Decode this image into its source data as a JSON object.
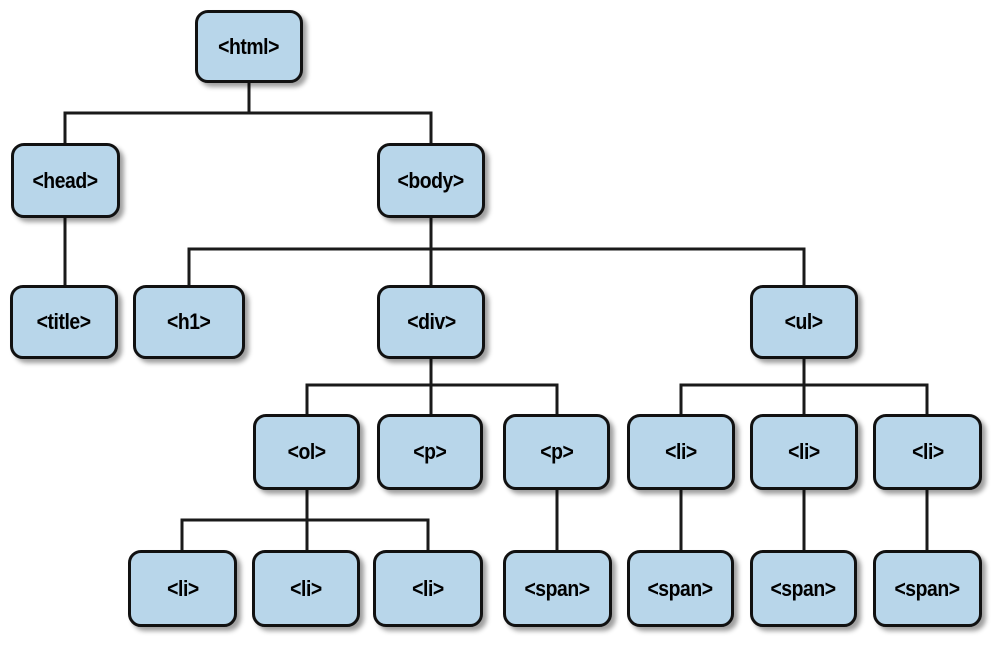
{
  "diagram": {
    "type": "dom-tree",
    "colors": {
      "background": "#ffffff",
      "node_fill": "#b8d6ea",
      "node_border": "#111111",
      "connector": "#1a1a1a",
      "label": "#000000"
    },
    "nodes": [
      {
        "id": "html",
        "label": "<html>"
      },
      {
        "id": "head",
        "label": "<head>"
      },
      {
        "id": "body",
        "label": "<body>"
      },
      {
        "id": "title",
        "label": "<title>"
      },
      {
        "id": "h1",
        "label": "<h1>"
      },
      {
        "id": "div",
        "label": "<div>"
      },
      {
        "id": "ul",
        "label": "<ul>"
      },
      {
        "id": "ol",
        "label": "<ol>"
      },
      {
        "id": "p-1",
        "label": "<p>"
      },
      {
        "id": "p-2",
        "label": "<p>"
      },
      {
        "id": "ul-li-1",
        "label": "<li>"
      },
      {
        "id": "ul-li-2",
        "label": "<li>"
      },
      {
        "id": "ul-li-3",
        "label": "<li>"
      },
      {
        "id": "ol-li-1",
        "label": "<li>"
      },
      {
        "id": "ol-li-2",
        "label": "<li>"
      },
      {
        "id": "ol-li-3",
        "label": "<li>"
      },
      {
        "id": "span-1",
        "label": "<span>"
      },
      {
        "id": "span-2",
        "label": "<span>"
      },
      {
        "id": "span-3",
        "label": "<span>"
      },
      {
        "id": "span-4",
        "label": "<span>"
      }
    ],
    "edges": [
      {
        "from": "html",
        "to": "head"
      },
      {
        "from": "html",
        "to": "body"
      },
      {
        "from": "head",
        "to": "title"
      },
      {
        "from": "body",
        "to": "h1"
      },
      {
        "from": "body",
        "to": "div"
      },
      {
        "from": "body",
        "to": "ul"
      },
      {
        "from": "div",
        "to": "ol"
      },
      {
        "from": "div",
        "to": "p-1"
      },
      {
        "from": "div",
        "to": "p-2"
      },
      {
        "from": "ul",
        "to": "ul-li-1"
      },
      {
        "from": "ul",
        "to": "ul-li-2"
      },
      {
        "from": "ul",
        "to": "ul-li-3"
      },
      {
        "from": "ol",
        "to": "ol-li-1"
      },
      {
        "from": "ol",
        "to": "ol-li-2"
      },
      {
        "from": "ol",
        "to": "ol-li-3"
      },
      {
        "from": "p-2",
        "to": "span-1"
      },
      {
        "from": "ul-li-1",
        "to": "span-2"
      },
      {
        "from": "ul-li-2",
        "to": "span-3"
      },
      {
        "from": "ul-li-3",
        "to": "span-4"
      }
    ]
  }
}
